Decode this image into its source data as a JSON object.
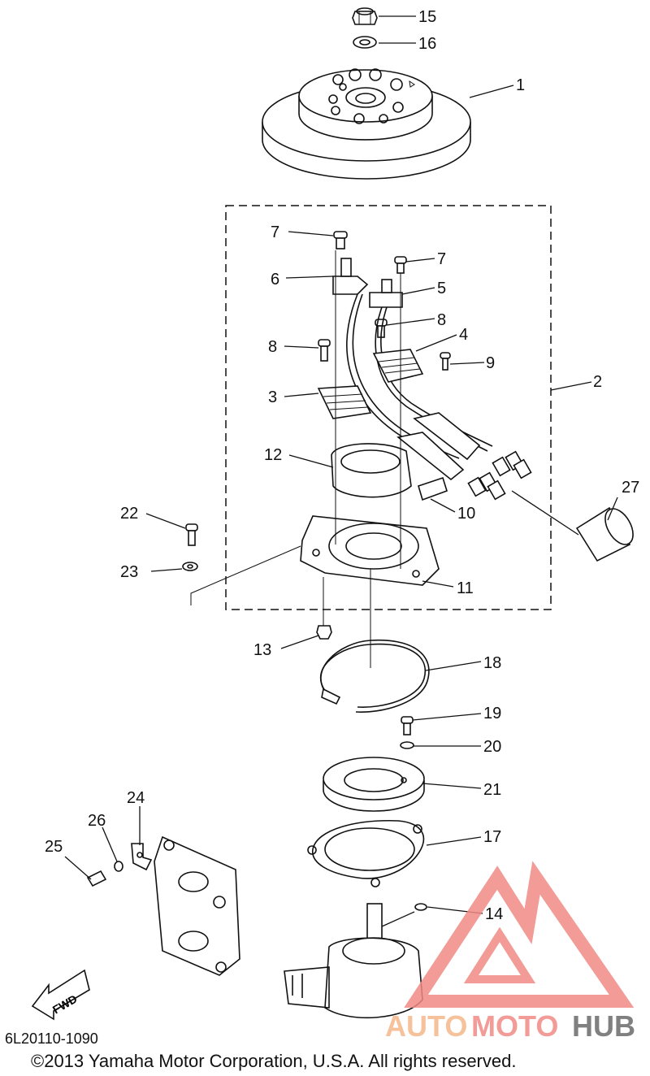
{
  "diagram": {
    "callouts": [
      "15",
      "16",
      "1",
      "7",
      "7",
      "6",
      "5",
      "8",
      "4",
      "8",
      "9",
      "2",
      "3",
      "12",
      "27",
      "22",
      "10",
      "23",
      "11",
      "13",
      "18",
      "19",
      "20",
      "21",
      "24",
      "26",
      "25",
      "17",
      "14"
    ],
    "fwd_label": "FWD",
    "drawing_code": "6L20110-1090",
    "copyright": "©2013 Yamaha Motor Corporation, U.S.A. All rights reserved."
  },
  "watermark": {
    "part1": "AUTO",
    "part2": "MOTO",
    "part3": "HUB",
    "colors": {
      "logo": "#f08a86",
      "auto": "#f5b88a",
      "moto": "#f08a86",
      "hub": "#6a6a6a"
    }
  }
}
